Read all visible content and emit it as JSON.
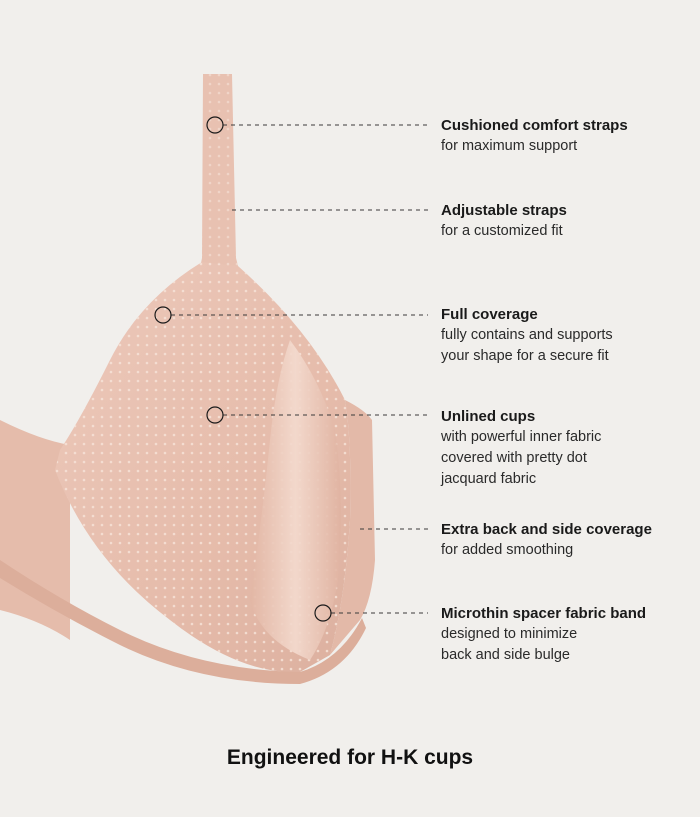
{
  "colors": {
    "background": "#f1efec",
    "fabric": "#e9c4b5",
    "fabric_light": "#f1d6ca",
    "fabric_shadow": "#d7ab99",
    "dot": "#f7e6dc",
    "callout_line": "#3a3a3a"
  },
  "features": [
    {
      "title": "Cushioned comfort straps",
      "desc": "for maximum support",
      "marker": "circle"
    },
    {
      "title": "Adjustable straps",
      "desc": "for a customized fit",
      "marker": "none"
    },
    {
      "title": "Full coverage",
      "desc": "fully contains and supports\nyour shape for a secure fit",
      "marker": "circle"
    },
    {
      "title": "Unlined cups",
      "desc": "with powerful inner fabric\ncovered with pretty dot\njacquard fabric",
      "marker": "circle"
    },
    {
      "title": "Extra back and side coverage",
      "desc": "for added smoothing",
      "marker": "none"
    },
    {
      "title": "Microthin spacer fabric band",
      "desc": "designed to minimize\nback and side bulge",
      "marker": "circle"
    }
  ],
  "caption": "Engineered for H-K cups"
}
